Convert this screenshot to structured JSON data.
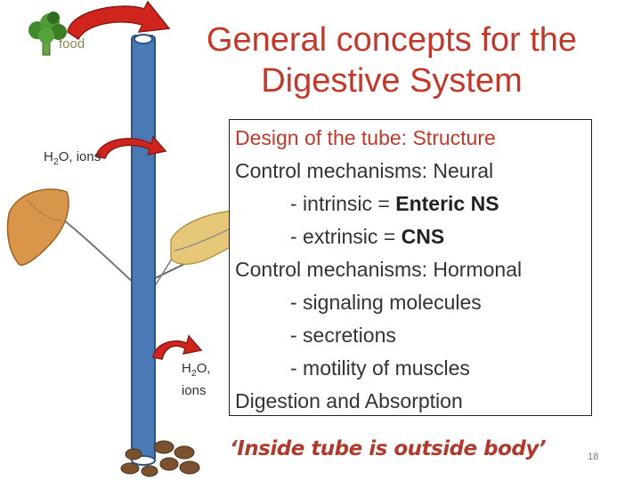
{
  "title": {
    "line1": "General concepts for the",
    "line2": "Digestive System"
  },
  "labels": {
    "food": "food",
    "h2o_top_pre": "H",
    "h2o_top_sub": "2",
    "h2o_top_post": "O, ions",
    "h2o_bottom_pre": "H",
    "h2o_bottom_sub": "2",
    "h2o_bottom_post": "O,",
    "h2o_bottom_line2": "ions"
  },
  "content": {
    "structure": "Design of the tube: Structure",
    "neural": "Control mechanisms: Neural",
    "intrinsic_pre": "- intrinsic = ",
    "intrinsic_bold": "Enteric NS",
    "extrinsic_pre": "- extrinsic = ",
    "extrinsic_bold": "CNS",
    "hormonal": "Control mechanisms: Hormonal",
    "signaling": "- signaling molecules",
    "secretions": "- secretions",
    "motility": "- motility of muscles",
    "digestion": "Digestion and Absorption"
  },
  "footer": "‘Inside tube is outside body’",
  "page_number": "18",
  "colors": {
    "tube": "#4a7ab5",
    "arrow": "#d0251d",
    "title": "#c0392b",
    "organ": "#d9964b",
    "pancreas": "#e6c777",
    "feces": "#7a5230",
    "broccoli": "#3f8a2c"
  }
}
